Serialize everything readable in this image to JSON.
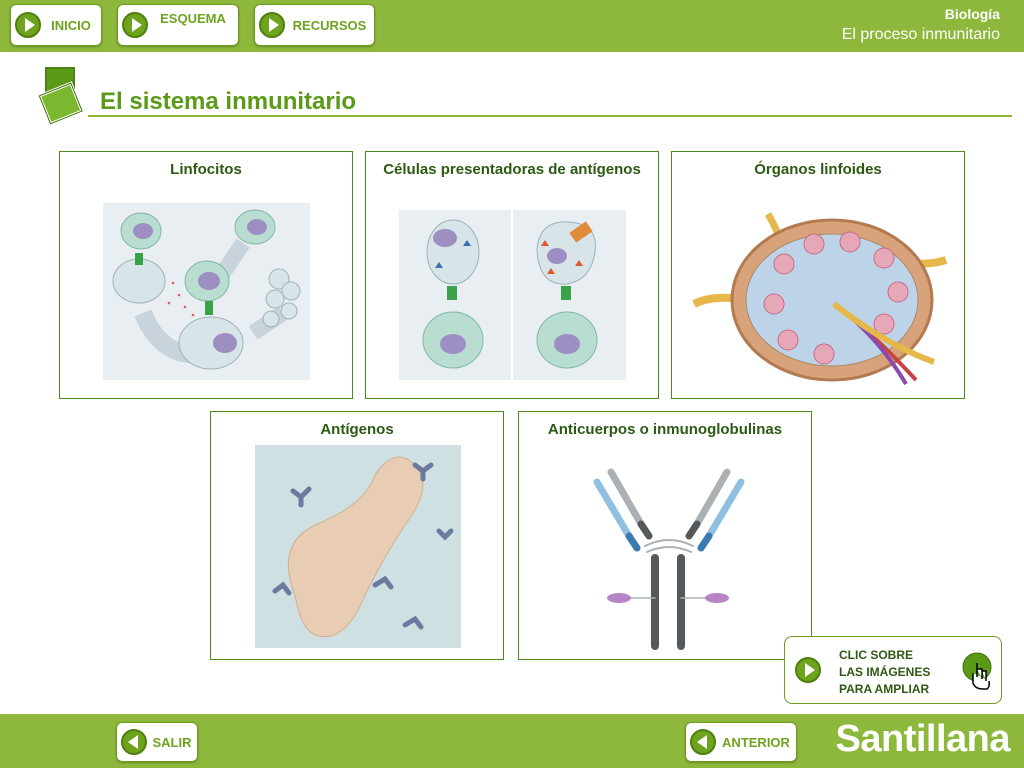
{
  "nav": {
    "inicio": "INICIO",
    "esquema": "ESQUEMA",
    "recursos": "RECURSOS"
  },
  "subject": {
    "course": "Biología",
    "unit": "El proceso inmunitario"
  },
  "page_title": "El sistema inmunitario",
  "panels": [
    {
      "title": "Linfocitos"
    },
    {
      "title": "Células presentadoras de antígenos"
    },
    {
      "title": "Órganos linfoides"
    },
    {
      "title": "Antígenos"
    },
    {
      "title": "Anticuerpos o inmunoglobulinas"
    }
  ],
  "hint": {
    "line1": "CLIC SOBRE",
    "line2": "LAS IMÁGENES",
    "line3": "PARA AMPLIAR"
  },
  "footer": {
    "salir": "SALIR",
    "anterior": "ANTERIOR",
    "brand": "Santillana"
  },
  "colors": {
    "accent_green": "#8db83b",
    "dark_green": "#2d5a12",
    "button_green": "#6ea31d"
  }
}
